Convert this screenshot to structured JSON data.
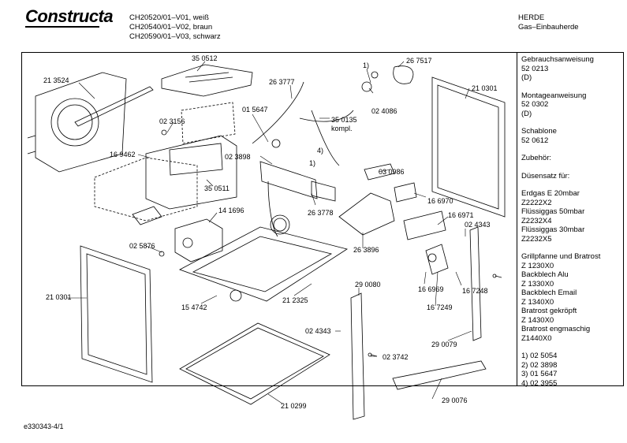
{
  "brand": "Constructa",
  "header": {
    "models": [
      "CH20520/01–V01, weiß",
      "CH20540/01–V02, braun",
      "CH20590/01–V03, schwarz"
    ],
    "category": [
      "HERDE",
      "Gas–Einbauherde"
    ]
  },
  "sidebar": {
    "lines_1": [
      "Gebrauchsanweisung",
      "52 0213",
      "(D)"
    ],
    "lines_2": [
      "Montageanweisung",
      "52 0302",
      "(D)"
    ],
    "lines_3": [
      "Schablone",
      "52 0612"
    ],
    "zubehoer": "Zubehör:",
    "duesensatz": "Düsensatz für:",
    "gas": [
      "Erdgas E 20mbar",
      "Z2222X2",
      "Flüssiggas 50mbar",
      "Z2232X4",
      "Flüssiggas 30mbar",
      "Z2232X5"
    ],
    "accessories": [
      "Grillpfanne und Bratrost",
      "Z 1230X0",
      "Backblech Alu",
      "Z 1330X0",
      "Backblech Email",
      "Z 1340X0",
      "Bratrost gekröpft",
      "Z 1430X0",
      "Bratrost engmaschig",
      "Z1440X0"
    ],
    "footnotes": [
      "1) 02 5054",
      "2) 02 3898",
      "3) 01 5647",
      "4) 02 3955"
    ]
  },
  "parts": {
    "p1": "35 0512",
    "p2": "21 3524",
    "p3": "26 3777",
    "p4": "1)",
    "p5": "26 7517",
    "p6": "01 5647",
    "p7": "02 4086",
    "p8": "21 0301",
    "p9": "02 3156",
    "p10": "35 0135",
    "p11": "kompl.",
    "p12": "16 9462",
    "p13": "02 3898",
    "p14": "4)",
    "p15": "1)",
    "p16": "03 0986",
    "p17": "35 0511",
    "p18": "26 3778",
    "p19": "16 6970",
    "p20": "14 1696",
    "p21": "16 6971",
    "p22": "02 4343",
    "p23": "02 5876",
    "p24": "26 3896",
    "p25": "21 0301",
    "p26": "16 6969",
    "p27": "16 7248",
    "p28": "15 4742",
    "p29": "21 2325",
    "p30": "29 0080",
    "p31": "16 7249",
    "p32": "02 4343",
    "p33": "29 0079",
    "p34": "02 3742",
    "p35": "21 0299",
    "p36": "29 0076"
  },
  "footer": {
    "doc_id": "e330343-4/1"
  }
}
